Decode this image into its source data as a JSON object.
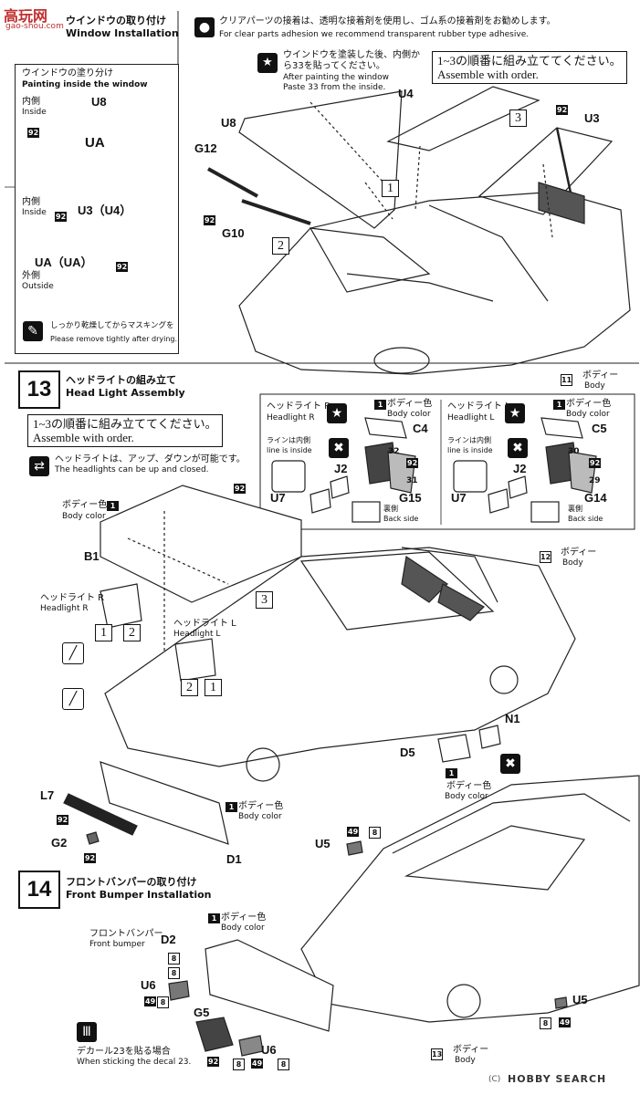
{
  "watermark": {
    "text": "高玩网",
    "url": "gao-shou.com"
  },
  "step12": {
    "title_jp": "ウインドウの取り付け",
    "title_en": "Window Installation",
    "note_jp": "クリアパーツの接着は、透明な接着剤を使用し、ゴム系の接着剤をお勧めします。",
    "note_en": "For clear parts adhesion we recommend transparent rubber type adhesive.",
    "star_jp": "ウインドウを塗装した後、内側から33を貼ってください。",
    "star_en1": "After painting the window",
    "star_en2": "Paste 33 from the inside.",
    "order_jp": "1~3の順番に組み立ててください。",
    "order_en": "Assemble with order.",
    "paint_title_jp": "ウインドウの塗り分け",
    "paint_title_en": "Painting inside the window",
    "inside_jp": "内側",
    "inside_en": "Inside",
    "outside_jp": "外側",
    "outside_en": "Outside",
    "mask_jp": "しっかり乾燥してからマスキングを",
    "mask_en": "Please remove tightly after drying.",
    "parts": {
      "u8": "U8",
      "u3": "U3",
      "u4": "U4",
      "g12": "G12",
      "g10": "G10",
      "u3u4": "U3（U4）",
      "uaa": "UA",
      "uab": "UA（UA）",
      "body_jp": "ボディー",
      "body_en": "Body"
    },
    "decal": "92",
    "body_step": "11"
  },
  "step13": {
    "num": "13",
    "title_jp": "ヘッドライトの組み立て",
    "title_en": "Head Light Assembly",
    "order_jp": "1~3の順番に組み立ててください。",
    "order_en": "Assemble with order.",
    "hl_note_jp": "ヘッドライトは、アップ、ダウンが可能です。",
    "hl_note_en": "The headlights can be up and closed.",
    "hlr_jp": "ヘッドライト R",
    "hlr_en": "Headlight R",
    "hll_jp": "ヘッドライト L",
    "hll_en": "Headlight L",
    "bodycolor_jp": "ボディー色",
    "bodycolor_en": "Body color",
    "line_jp": "ラインは内側",
    "line_en": "line is inside",
    "back_jp": "裏側",
    "back_en": "Back side",
    "parts": {
      "c4": "C4",
      "c5": "C5",
      "j2": "J2",
      "u7": "U7",
      "g15": "G15",
      "g14": "G14",
      "b1": "B1",
      "n1": "N1",
      "d5": "D5",
      "l7": "L7",
      "g2": "G2",
      "d1": "D1"
    },
    "nums": {
      "n32": "32",
      "n31": "31",
      "n30": "30",
      "n29": "29",
      "n92": "92",
      "n1": "1"
    },
    "body_step": "12"
  },
  "step14": {
    "num": "14",
    "title_jp": "フロントバンパーの取り付け",
    "title_en": "Front Bumper Installation",
    "bumper_jp": "フロントバンパー",
    "bumper_en": "Front bumper",
    "decal_jp": "デカール23を貼る場合",
    "decal_en": "When sticking the decal 23.",
    "parts": {
      "d2": "D2",
      "u6": "U6",
      "u5": "U5",
      "g5": "G5"
    },
    "nums": {
      "n8": "8",
      "n49": "49",
      "n92": "92"
    },
    "body_step": "13"
  },
  "footer": {
    "logo": "HOBBY SEARCH",
    "copy": "(C)"
  }
}
